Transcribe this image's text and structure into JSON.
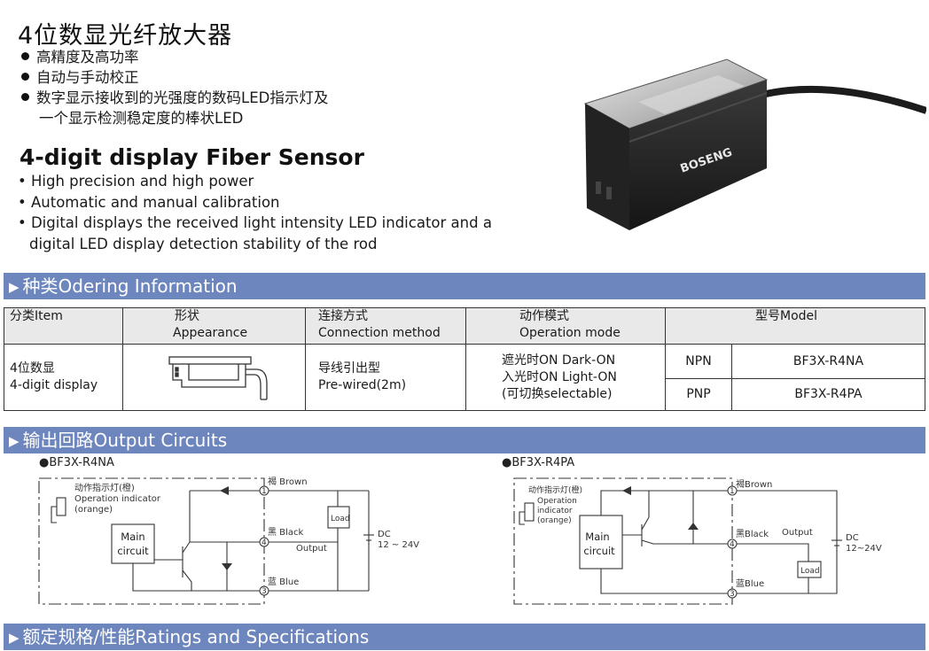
{
  "header": {
    "title_cn": "4位数显光纤放大器",
    "features_cn": [
      "高精度及高功率",
      "自动与手动校正",
      "数字显示接收到的光强度的数码LED指示灯及"
    ],
    "features_cn_cont": "一个显示检测稳定度的棒状LED",
    "title_en": "4-digit display Fiber Sensor",
    "features_en": [
      "• High precision and high power",
      "• Automatic and manual calibration",
      "• Digital displays the received light intensity LED indicator and a"
    ],
    "features_en_cont": "digital LED display detection stability of the rod"
  },
  "product": {
    "brand": "BOSENG"
  },
  "sections": {
    "ordering": "种类Odering Information",
    "output": "输出回路Output Circuits",
    "ratings": "额定规格/性能Ratings and Specifications",
    "arrow": "▶"
  },
  "ordering_table": {
    "headers": {
      "item": "分类Item",
      "appearance_cn": "形状",
      "appearance_en": "Appearance",
      "connection_cn": "连接方式",
      "connection_en": "Connection method",
      "operation_cn": "动作模式",
      "operation_en": "Operation mode",
      "model": "型号Model"
    },
    "row": {
      "item_cn": "4位数显",
      "item_en": "4-digit display",
      "connection_cn": "导线引出型",
      "connection_en": "Pre-wired(2m)",
      "operation": [
        "遮光时ON Dark-ON",
        "入光时ON Light-ON",
        "(可切换selectable)"
      ],
      "models": [
        {
          "type": "NPN",
          "model": "BF3X-R4NA"
        },
        {
          "type": "PNP",
          "model": "BF3X-R4PA"
        }
      ]
    }
  },
  "circuits": {
    "npn": {
      "title": "●BF3X-R4NA",
      "indicator": [
        "动作指示灯(橙)",
        "Operation indicator",
        "(orange)"
      ],
      "main": [
        "Main",
        "circuit"
      ],
      "brown": "褐 Brown",
      "black": "黑 Black",
      "blue": "蓝 Blue",
      "output": "Output",
      "load": "Load",
      "dc": [
        "DC",
        "12 ~ 24V"
      ],
      "pins": [
        "1",
        "4",
        "3"
      ]
    },
    "pnp": {
      "title": "●BF3X-R4PA",
      "indicator": [
        "动作指示灯(橙)",
        "Operation",
        "indicator",
        "(orange)"
      ],
      "main": [
        "Main",
        "circuit"
      ],
      "brown": "褐Brown",
      "black": "黑Black",
      "blue": "蓝Blue",
      "output": "Output",
      "load": "Load",
      "dc": [
        "DC",
        "12~24V"
      ],
      "pins": [
        "1",
        "4",
        "3"
      ]
    }
  }
}
